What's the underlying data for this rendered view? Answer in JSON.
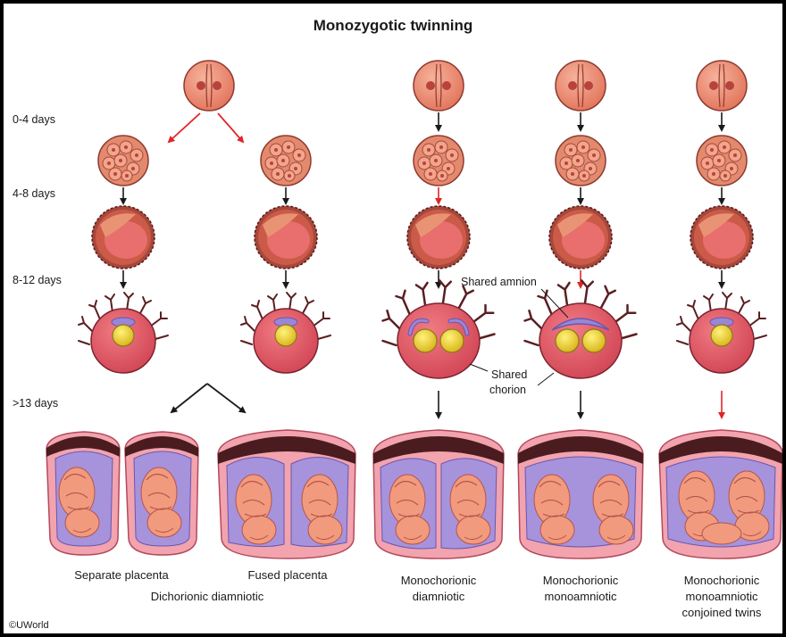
{
  "title": "Monozygotic twinning",
  "stages": [
    "0-4 days",
    "4-8 days",
    "8-12 days",
    ">13 days"
  ],
  "annotations": {
    "shared_amnion": "Shared amnion",
    "shared_chorion_line1": "Shared",
    "shared_chorion_line2": "chorion"
  },
  "captions": {
    "separate_placenta": "Separate placenta",
    "fused_placenta": "Fused placenta",
    "dichorionic_diamniotic": "Dichorionic diamniotic",
    "mc_da": [
      "Monochorionic",
      "diamniotic"
    ],
    "mc_ma": [
      "Monochorionic",
      "monoamniotic"
    ],
    "conjoined": [
      "Monochorionic",
      "monoamniotic",
      "conjoined twins"
    ]
  },
  "copyright": "©UWorld",
  "colors": {
    "black_arrow": "#1a1a1a",
    "red_arrow": "#e0252b",
    "cell_fill": "#e8866c",
    "cell_edge": "#9c3a2f",
    "nucleus": "#b8433e",
    "chorion_fill": "#d94f5c",
    "amnion": "#9a86d6",
    "yolk": "#e4c61c",
    "placenta": "#4a1c20",
    "uterine_rim": "#f2a3ae",
    "fetus": "#f29a7e"
  }
}
